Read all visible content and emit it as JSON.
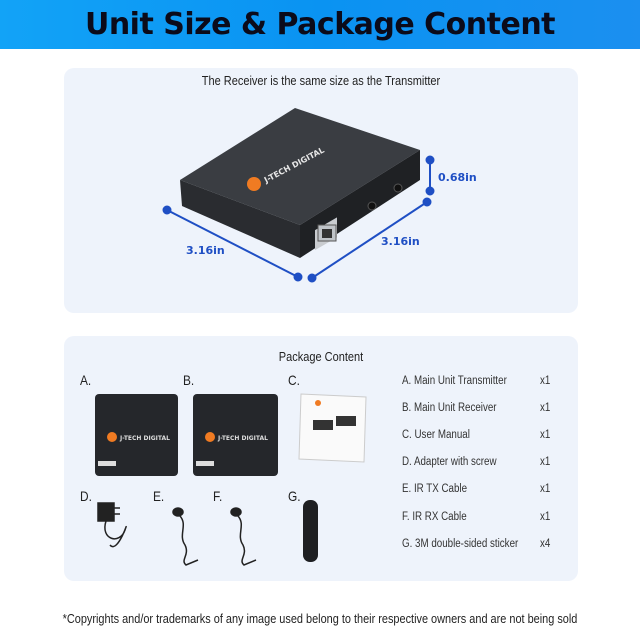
{
  "header": {
    "title": "Unit Size & Package Content"
  },
  "unit_size": {
    "caption": "The Receiver is the same size as the Transmitter",
    "width": "3.16in",
    "depth": "3.16in",
    "height": "0.68in",
    "brand": "J-TECH DIGITAL",
    "accent_color": "#1f4fc4"
  },
  "package": {
    "title": "Package Content",
    "image_labels": [
      "A.",
      "B.",
      "C.",
      "D.",
      "E.",
      "F.",
      "G."
    ],
    "items": [
      {
        "name": "A. Main Unit Transmitter",
        "qty": "x1"
      },
      {
        "name": "B. Main Unit Receiver",
        "qty": "x1"
      },
      {
        "name": "C. User Manual",
        "qty": "x1"
      },
      {
        "name": "D. Adapter with screw",
        "qty": "x1"
      },
      {
        "name": "E. IR TX Cable",
        "qty": "x1"
      },
      {
        "name": "F. IR RX Cable",
        "qty": "x1"
      },
      {
        "name": "G. 3M double-sided sticker",
        "qty": "x4"
      }
    ]
  },
  "footer": {
    "disclaimer": "*Copyrights and/or trademarks of any image used belong to their respective owners and are not being sold"
  }
}
